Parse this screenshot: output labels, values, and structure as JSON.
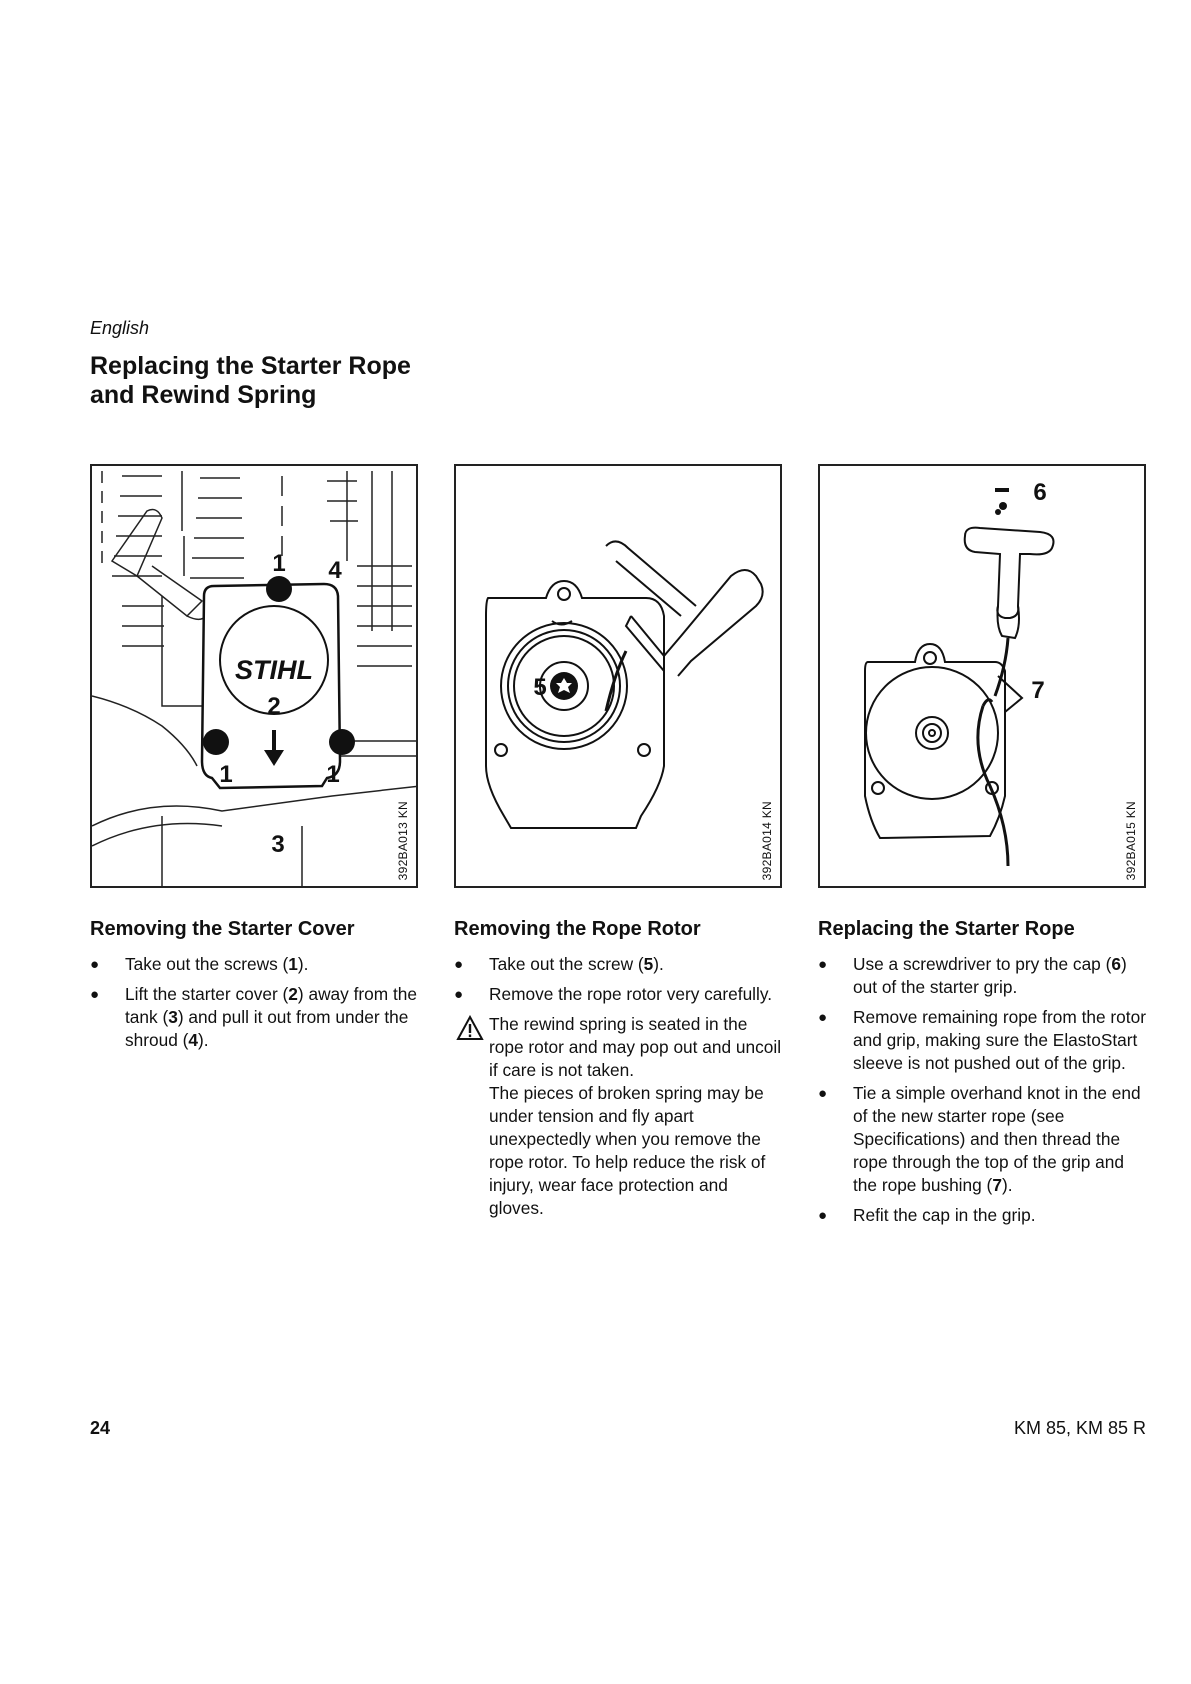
{
  "header": {
    "language": "English"
  },
  "title": {
    "line1": "Replacing the Starter Rope",
    "line2": "and Rewind Spring"
  },
  "figures": [
    {
      "code": "392BA013 KN",
      "brand": "STIHL",
      "callouts": [
        "1",
        "4",
        "2",
        "1",
        "1",
        "3"
      ]
    },
    {
      "code": "392BA014 KN",
      "callouts": [
        "5"
      ]
    },
    {
      "code": "392BA015 KN",
      "callouts": [
        "6",
        "7"
      ]
    }
  ],
  "sections": [
    {
      "heading": "Removing the Starter Cover",
      "bullets": [
        {
          "pre": "Take out the screws (",
          "ref": "1",
          "post": ")."
        },
        {
          "pre": "Lift the starter cover (",
          "ref": "2",
          "mid": ") away from the tank (",
          "ref2": "3",
          "mid2": ") and pull it out from under the shroud (",
          "ref3": "4",
          "post": ")."
        }
      ]
    },
    {
      "heading": "Removing the Rope Rotor",
      "bullets": [
        {
          "pre": "Take out the screw (",
          "ref": "5",
          "post": ")."
        },
        {
          "text": "Remove the rope rotor very carefully."
        }
      ],
      "warning": {
        "icon": "warning-triangle-icon",
        "line1": "The rewind spring is seated in the rope rotor and may pop out and uncoil if care is not taken.",
        "line2": "The pieces of broken spring may be under tension and fly apart unexpectedly when you remove the rope rotor. To help reduce the risk of injury, wear face protection and gloves."
      }
    },
    {
      "heading": "Replacing the Starter Rope",
      "bullets": [
        {
          "pre": "Use a screwdriver to pry the cap (",
          "ref": "6",
          "post": ") out of the starter grip."
        },
        {
          "text": "Remove remaining rope from the rotor and grip, making sure the ElastoStart sleeve is not pushed out of the grip."
        },
        {
          "pre": "Tie a simple overhand knot in the end of the new starter rope (see Specifications) and then thread the rope through the top of the grip and the rope bushing (",
          "ref": "7",
          "post": ")."
        },
        {
          "text": "Refit the cap in the grip."
        }
      ]
    }
  ],
  "footer": {
    "page_number": "24",
    "model": "KM 85, KM 85 R"
  }
}
